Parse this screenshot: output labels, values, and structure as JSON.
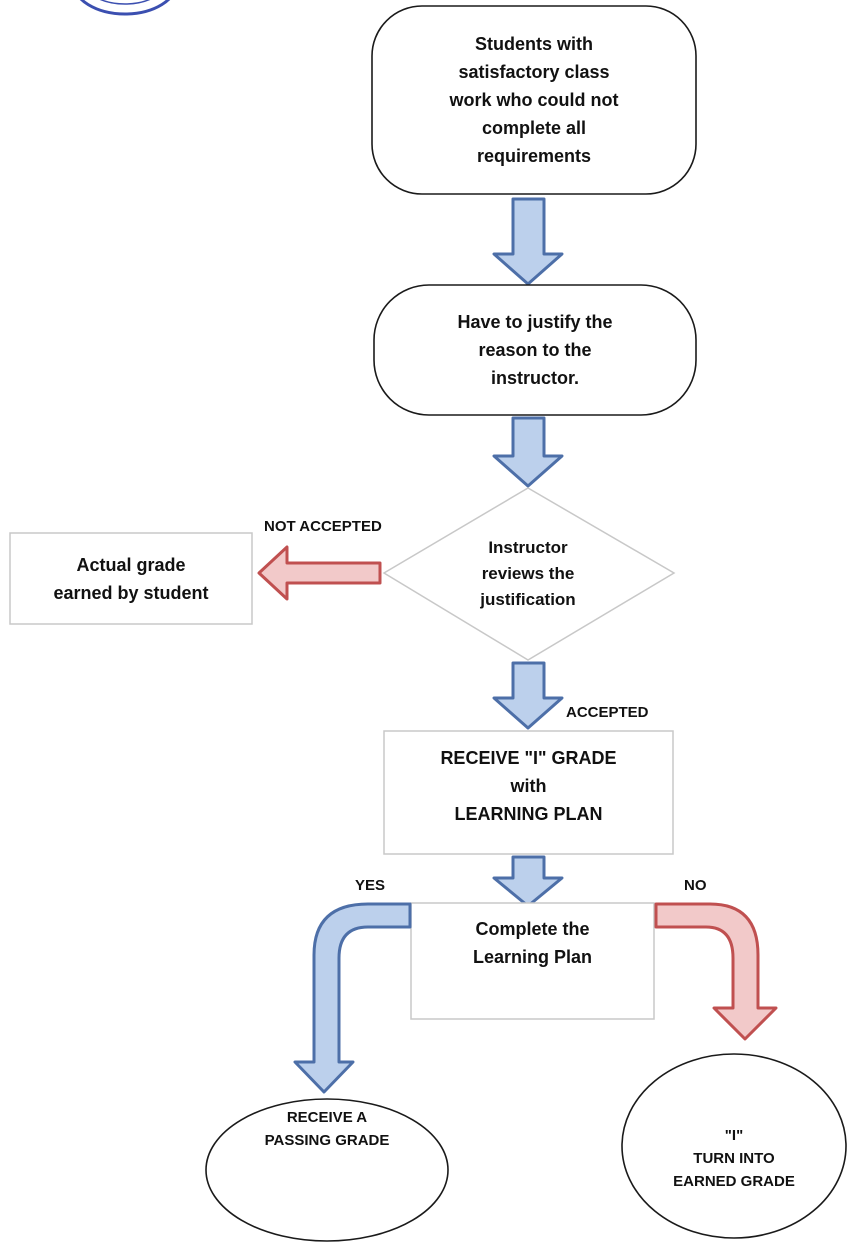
{
  "nodes": {
    "start": {
      "lines": [
        "Students with",
        "satisfactory class",
        "work who could not",
        "complete all",
        "requirements"
      ]
    },
    "justify": {
      "lines": [
        "Have to justify the",
        "reason to the",
        "instructor."
      ]
    },
    "review": {
      "lines": [
        "Instructor",
        "reviews the",
        "justification"
      ]
    },
    "actual_grade": {
      "lines": [
        "Actual grade",
        "earned by student"
      ]
    },
    "receive_i": {
      "lines": [
        "RECEIVE \"I\" GRADE",
        "with",
        "LEARNING PLAN"
      ]
    },
    "complete_plan": {
      "lines": [
        "Complete the",
        "Learning Plan"
      ]
    },
    "passing": {
      "lines": [
        "RECEIVE A",
        "PASSING GRADE"
      ]
    },
    "turn_into": {
      "lines": [
        "\"I\"",
        "TURN INTO",
        "EARNED GRADE"
      ]
    }
  },
  "edge_labels": {
    "not_accepted": "NOT ACCEPTED",
    "accepted": "ACCEPTED",
    "yes": "YES",
    "no": "NO"
  },
  "colors": {
    "blue_fill": "#bcd0ec",
    "blue_stroke": "#4d6fa8",
    "red_fill": "#f2c9c9",
    "red_stroke": "#c05050",
    "box_stroke": "#c8c8c8",
    "line_dark": "#1a1a1a"
  }
}
